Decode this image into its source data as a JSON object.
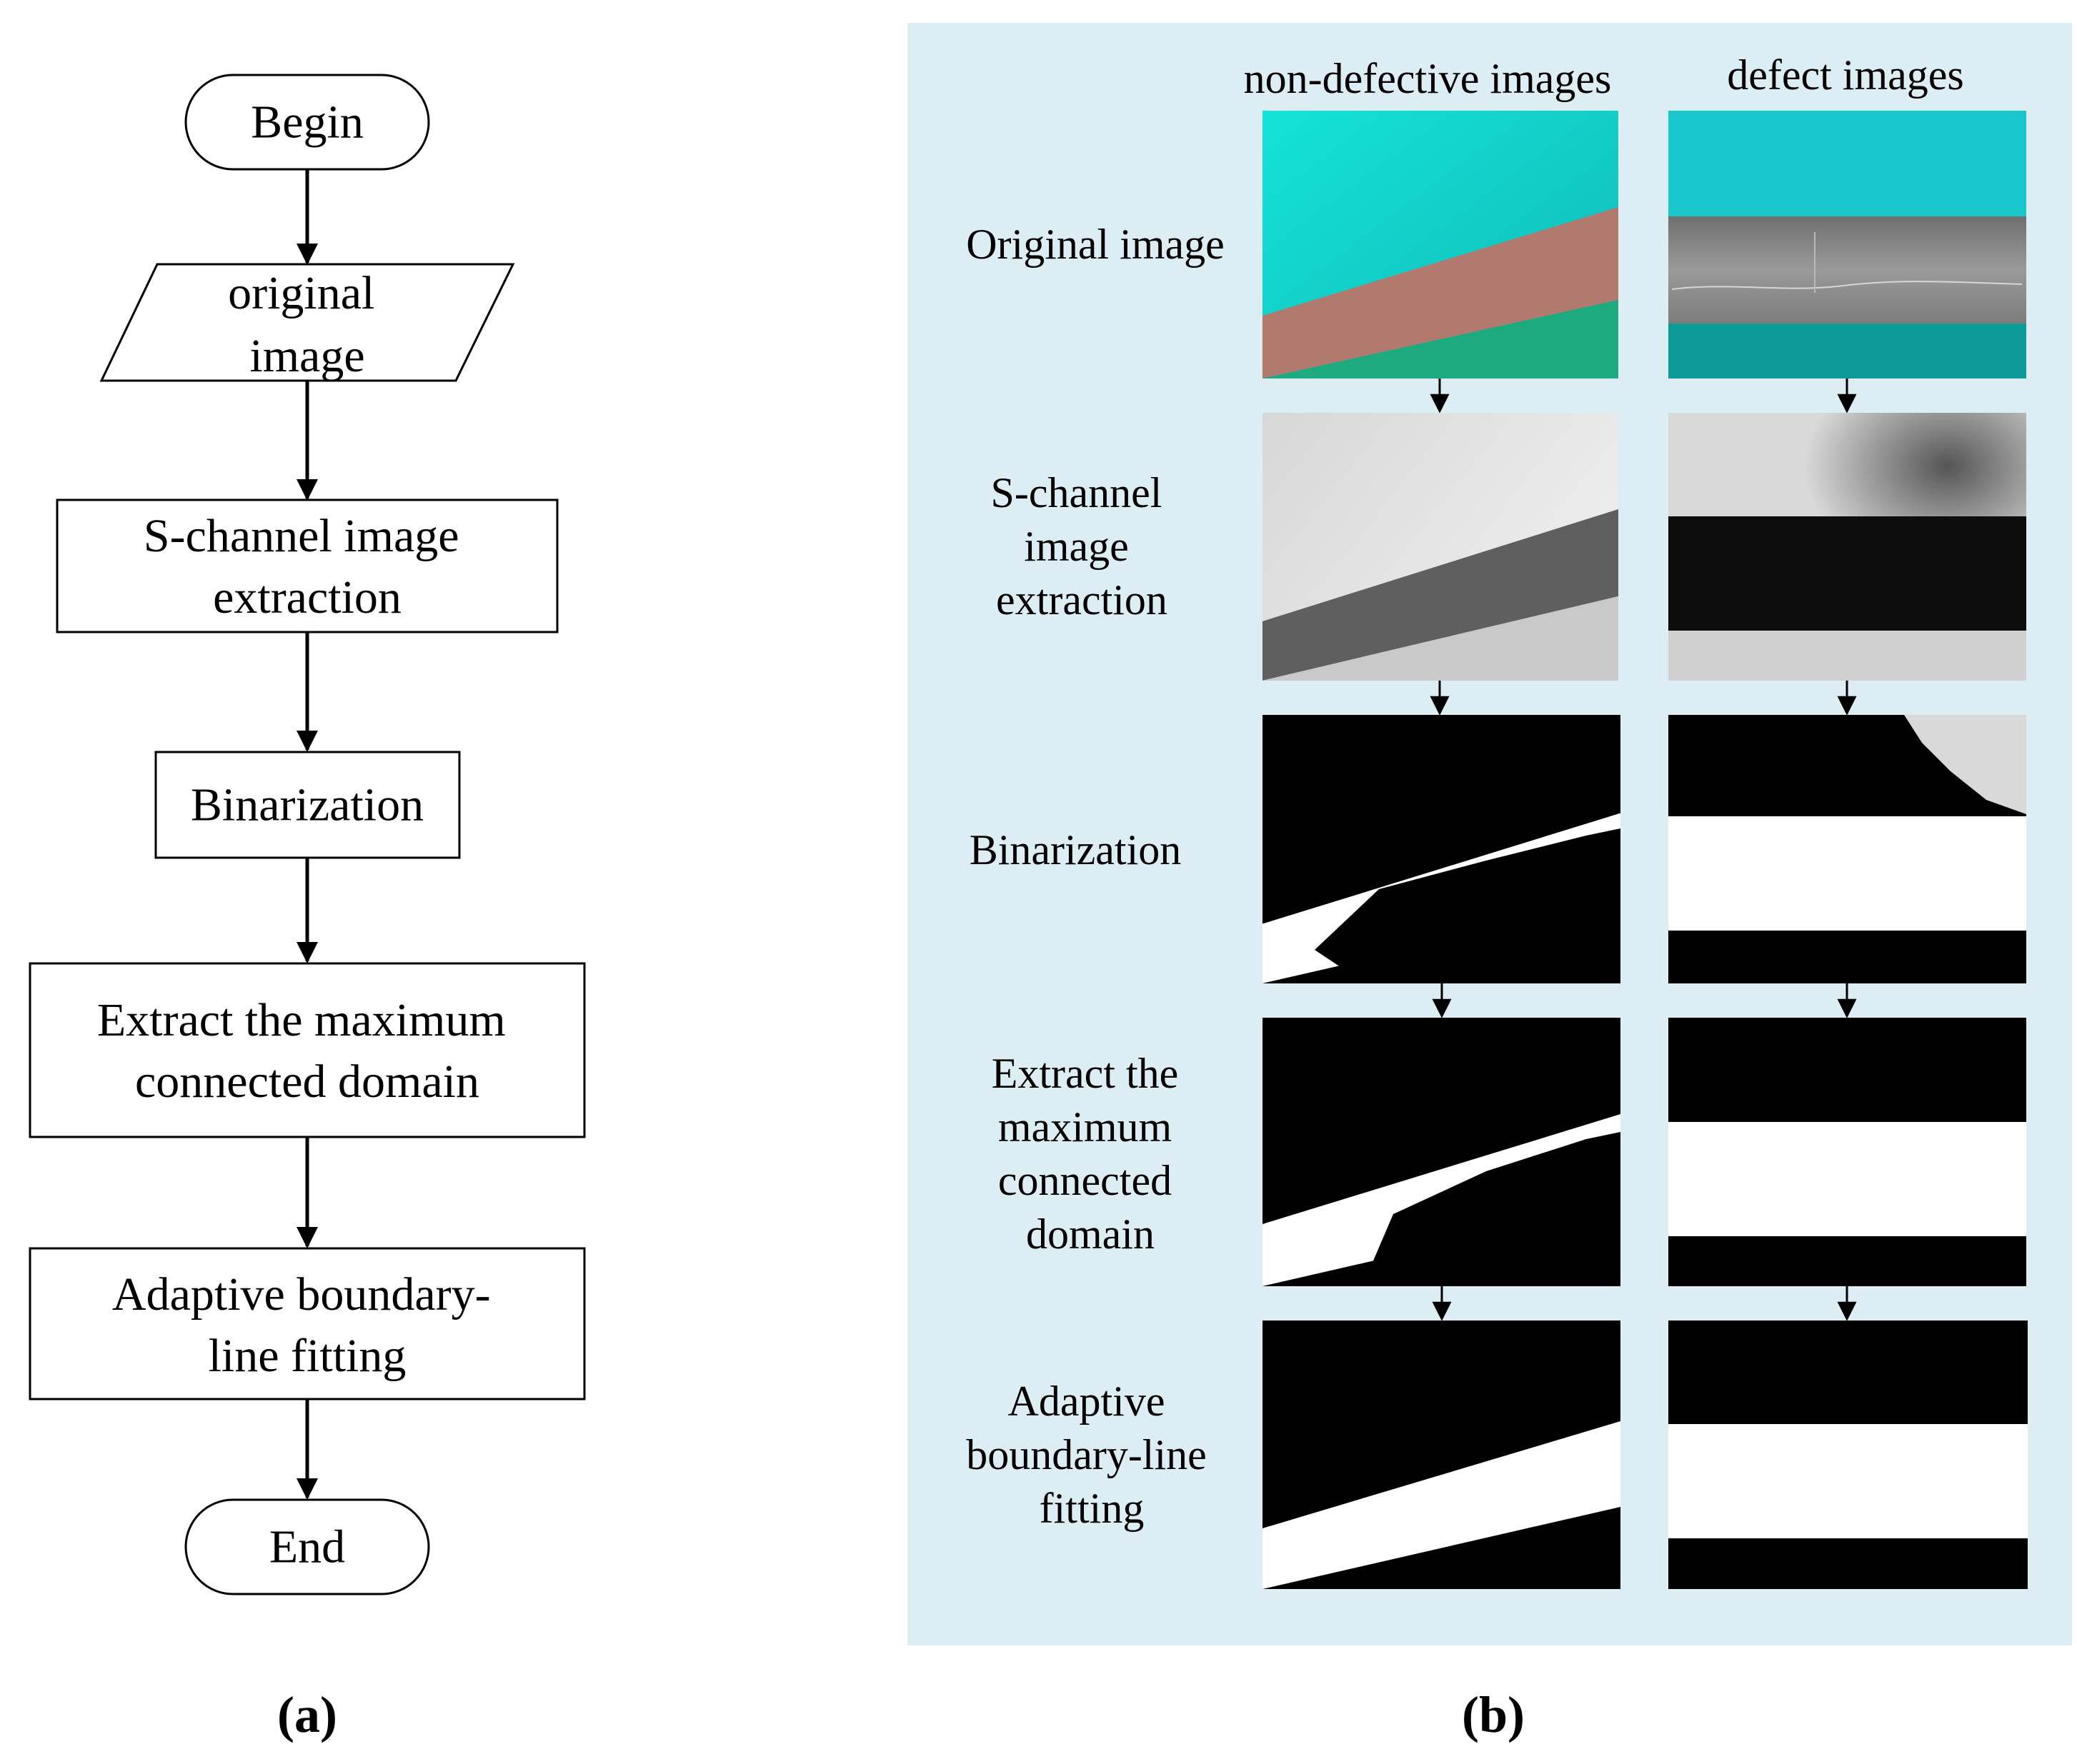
{
  "flowchart": {
    "begin": "Begin",
    "input": [
      "original",
      "image"
    ],
    "step1": [
      "S-channel image",
      "extraction"
    ],
    "step2": [
      "Binarization"
    ],
    "step3": [
      "Extract the maximum",
      "connected domain"
    ],
    "step4": [
      "Adaptive boundary-",
      "line fitting"
    ],
    "end": "End",
    "caption": "(a)"
  },
  "panel_b": {
    "background_color": "#dcedf3",
    "col_headers": {
      "non_defective": "non-defective images",
      "defect": "defect images"
    },
    "row_labels": {
      "original": [
        "Original image"
      ],
      "s_channel": [
        "S-channel",
        "image",
        "extraction"
      ],
      "binarization": [
        "Binarization"
      ],
      "max_domain": [
        "Extract the",
        "maximum",
        "connected",
        "domain"
      ],
      "fitting": [
        "Adaptive",
        "boundary-line",
        "fitting"
      ]
    },
    "caption": "(b)"
  },
  "colors": {
    "cyan": "#12d3cd",
    "teal": "#0ea39a",
    "copper": "#b27a6f",
    "steel": "#858585",
    "green": "#1eaa7f"
  }
}
